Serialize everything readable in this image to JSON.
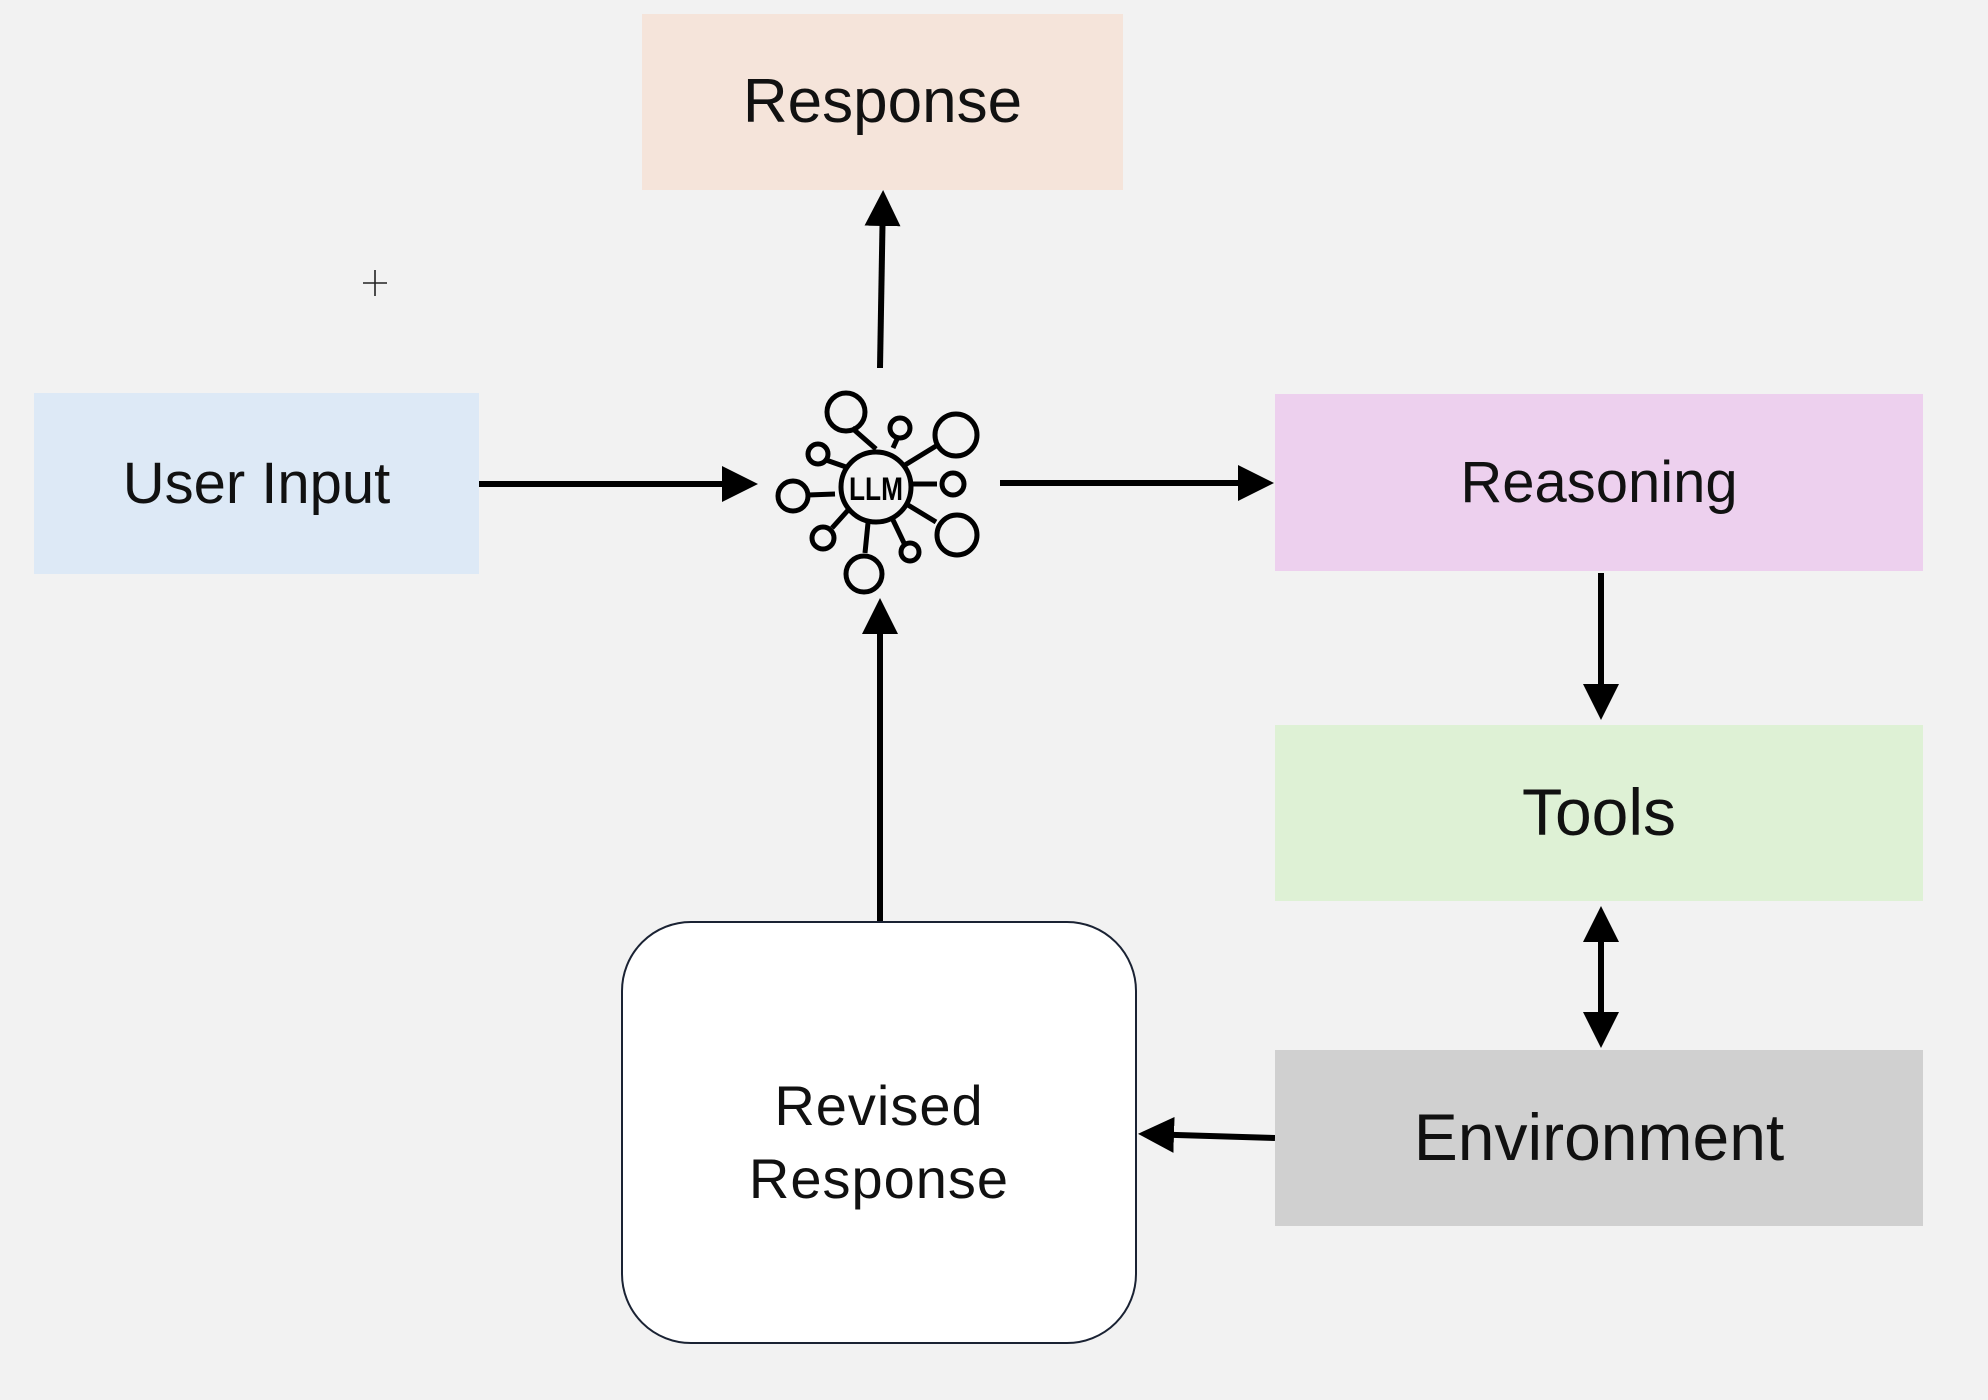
{
  "diagram": {
    "nodes": {
      "response": {
        "label": "Response",
        "color": "#f5e4da"
      },
      "user_input": {
        "label": "User Input",
        "color": "#dde9f6"
      },
      "llm": {
        "label": "LLM",
        "icon": "llm-network-icon"
      },
      "reasoning": {
        "label": "Reasoning",
        "color": "#edd0ee"
      },
      "tools": {
        "label": "Tools",
        "color": "#def1d5"
      },
      "environment": {
        "label": "Environment",
        "color": "#d0d0d0"
      },
      "revised_response": {
        "line1": "Revised",
        "line2": "Response",
        "color": "#ffffff"
      }
    },
    "edges": [
      {
        "from": "user_input",
        "to": "llm"
      },
      {
        "from": "llm",
        "to": "response"
      },
      {
        "from": "llm",
        "to": "reasoning"
      },
      {
        "from": "reasoning",
        "to": "tools"
      },
      {
        "from": "tools",
        "to": "environment",
        "bidirectional": true
      },
      {
        "from": "environment",
        "to": "revised_response"
      },
      {
        "from": "revised_response",
        "to": "llm"
      }
    ],
    "background": "#f2f2f2",
    "cursor_icon": "crosshair-cursor-icon"
  }
}
